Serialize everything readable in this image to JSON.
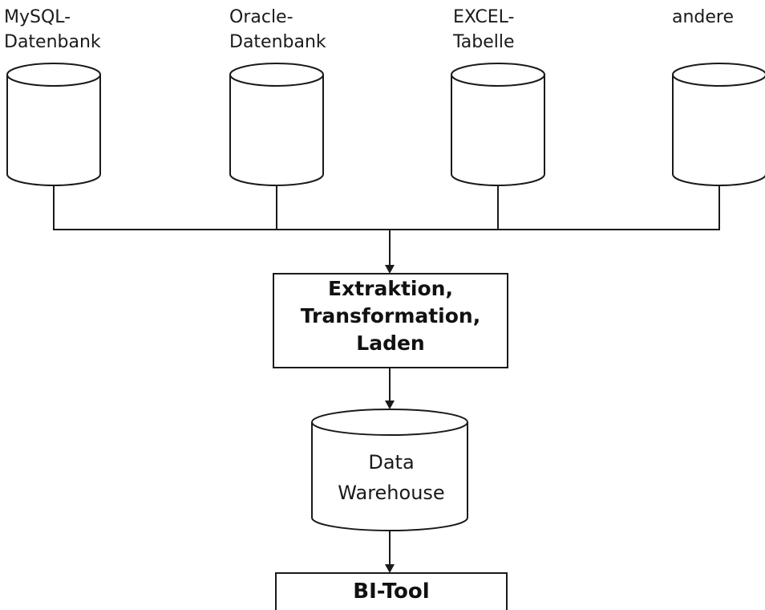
{
  "sources": [
    {
      "label": "MySQL-\nDatenbank"
    },
    {
      "label": "Oracle-\nDatenbank"
    },
    {
      "label": "EXCEL-\nTabelle"
    },
    {
      "label": "andere"
    }
  ],
  "etl": {
    "label": "Extraktion,\nTransformation,\nLaden"
  },
  "warehouse": {
    "label": "Data\nWarehouse"
  },
  "bi_tool": {
    "label": "BI-Tool"
  },
  "colors": {
    "line": "#1a1a1a",
    "fill": "#ffffff"
  }
}
